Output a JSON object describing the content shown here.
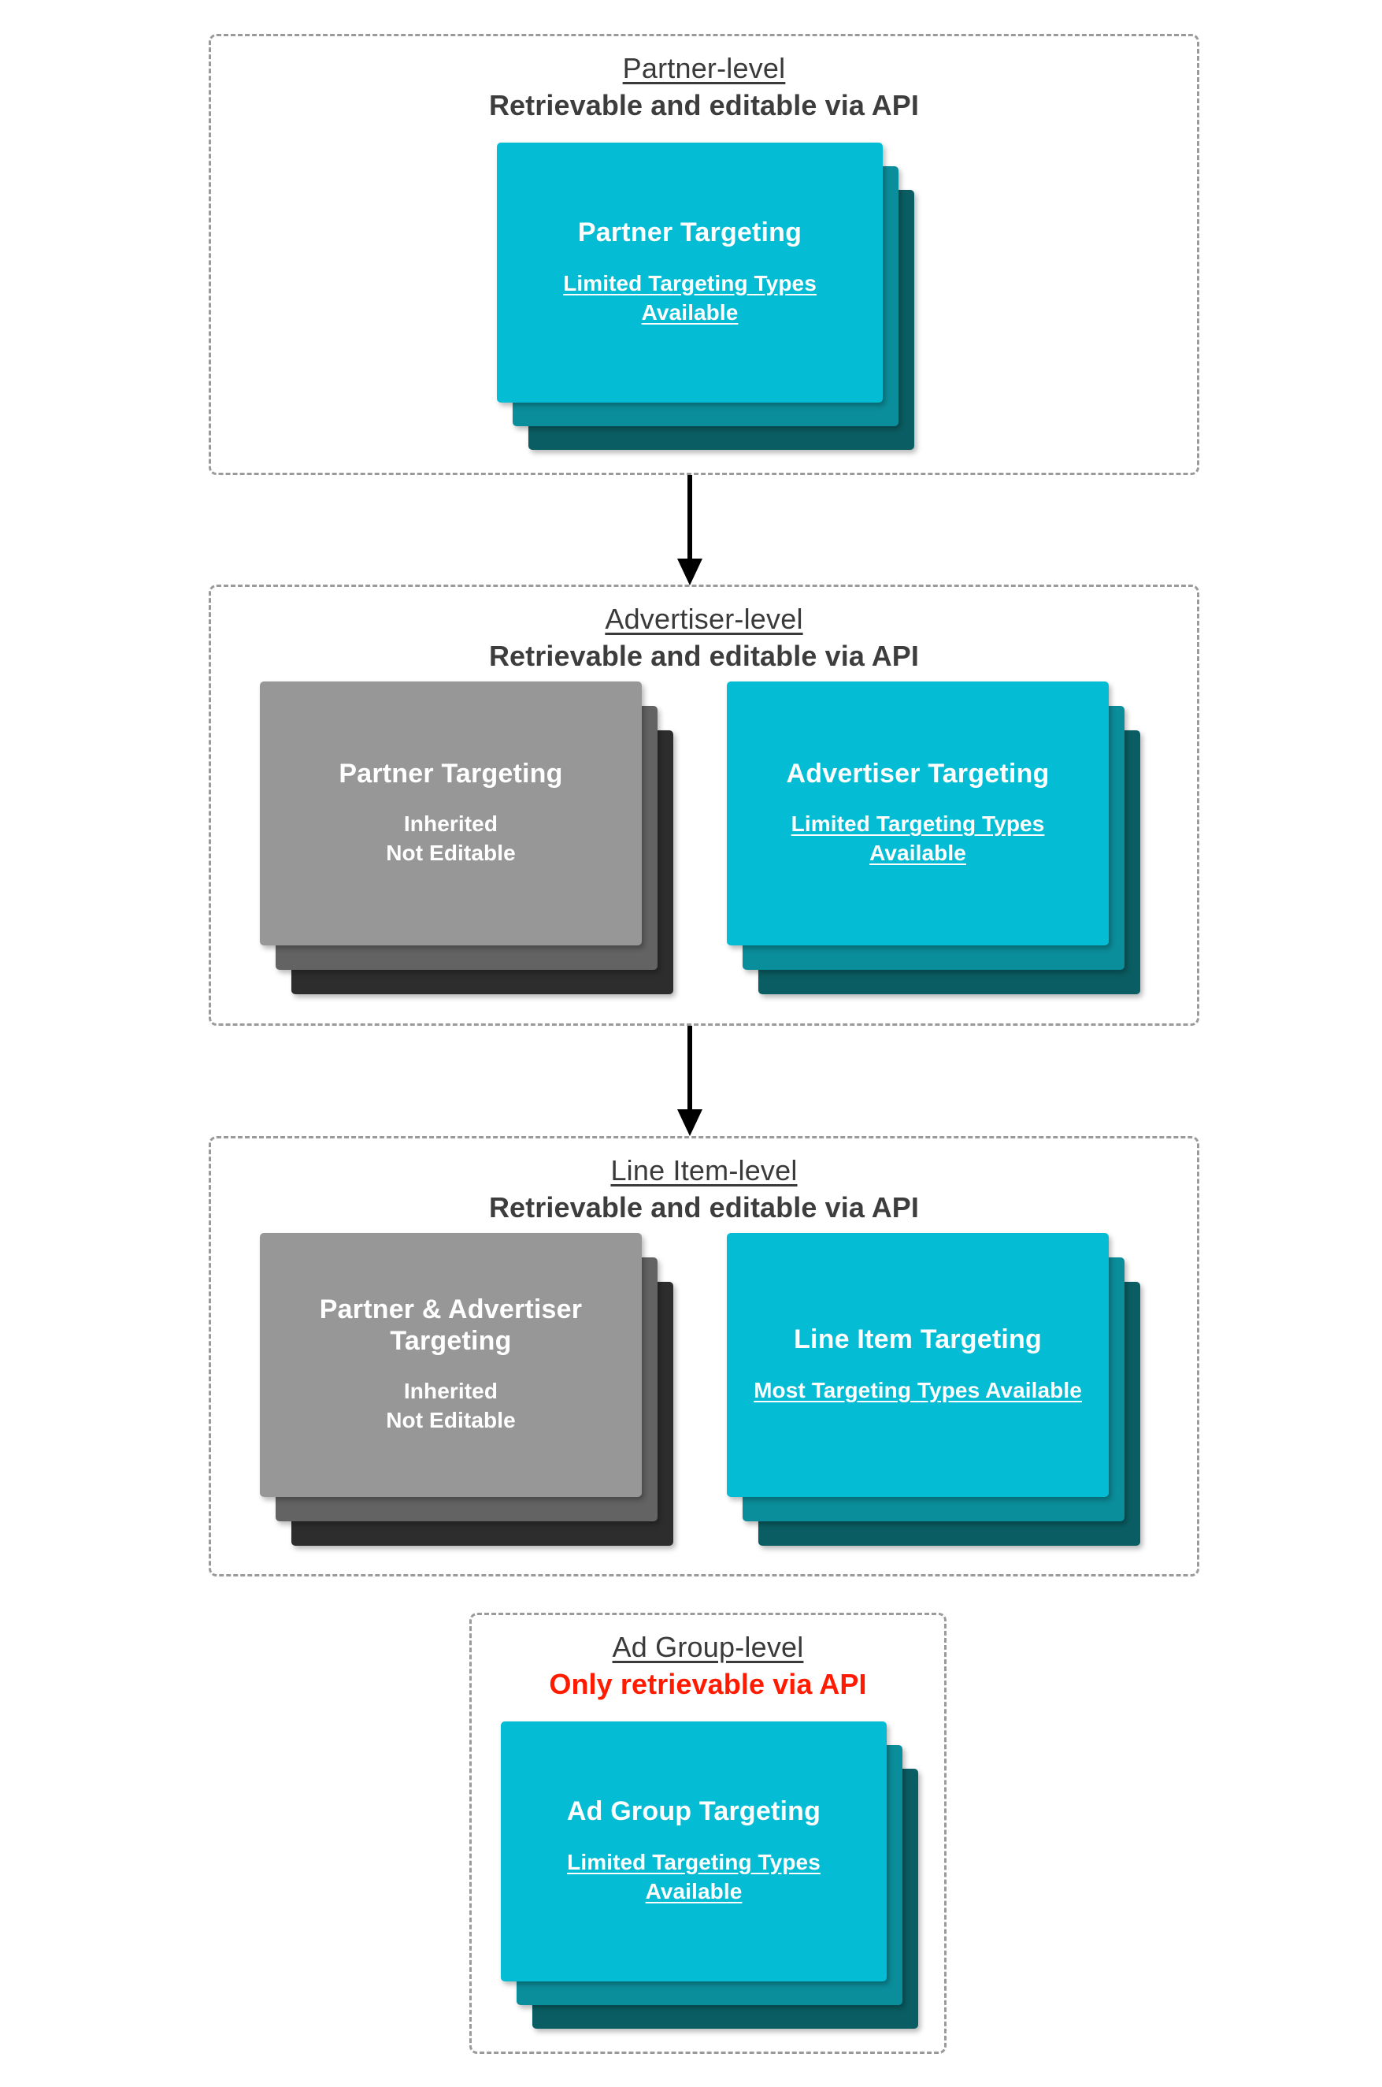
{
  "theme": {
    "cyan_front": "#04bcd4",
    "cyan_mid": "#0b8e9b",
    "cyan_back": "#0a5e63",
    "gray_front": "#979797",
    "gray_mid": "#636363",
    "gray_back": "#2d2d2d",
    "dashed_border": "#9a9a9a",
    "text_dark": "#3d3d3d",
    "text_alert": "#ff1a00",
    "card_text": "#ffffff"
  },
  "levels": [
    {
      "id": "partner-level",
      "title": "Partner-level",
      "subtitle": "Retrievable and editable via API",
      "subtitle_alert": false,
      "cards": [
        {
          "id": "partner-targeting",
          "variant": "cyan",
          "title": "Partner Targeting",
          "note": "Limited Targeting Types Available",
          "note_underlined": true
        }
      ]
    },
    {
      "id": "advertiser-level",
      "title": "Advertiser-level",
      "subtitle": "Retrievable and editable via API",
      "subtitle_alert": false,
      "cards": [
        {
          "id": "inherited-partner-targeting",
          "variant": "gray",
          "title": "Partner Targeting",
          "note": "Inherited\nNot Editable",
          "note_underlined": false
        },
        {
          "id": "advertiser-targeting",
          "variant": "cyan",
          "title": "Advertiser Targeting",
          "note": "Limited Targeting Types Available",
          "note_underlined": true
        }
      ]
    },
    {
      "id": "line-item-level",
      "title": "Line Item-level",
      "subtitle": "Retrievable and editable via API",
      "subtitle_alert": false,
      "cards": [
        {
          "id": "inherited-partner-advertiser-targeting",
          "variant": "gray",
          "title": "Partner & Advertiser Targeting",
          "note": "Inherited\nNot Editable",
          "note_underlined": false
        },
        {
          "id": "line-item-targeting",
          "variant": "cyan",
          "title": "Line Item Targeting",
          "note": "Most Targeting Types Available",
          "note_underlined": true
        }
      ]
    },
    {
      "id": "ad-group-level",
      "title": "Ad Group-level",
      "subtitle": "Only retrievable via API",
      "subtitle_alert": true,
      "cards": [
        {
          "id": "ad-group-targeting",
          "variant": "cyan",
          "title": "Ad Group Targeting",
          "note": "Limited Targeting Types Available",
          "note_underlined": true
        }
      ]
    }
  ],
  "connectors": [
    {
      "id": "arrow-partner-to-advertiser",
      "from": "partner-level",
      "to": "advertiser-level"
    },
    {
      "id": "arrow-advertiser-to-line-item",
      "from": "advertiser-level",
      "to": "line-item-level"
    }
  ]
}
